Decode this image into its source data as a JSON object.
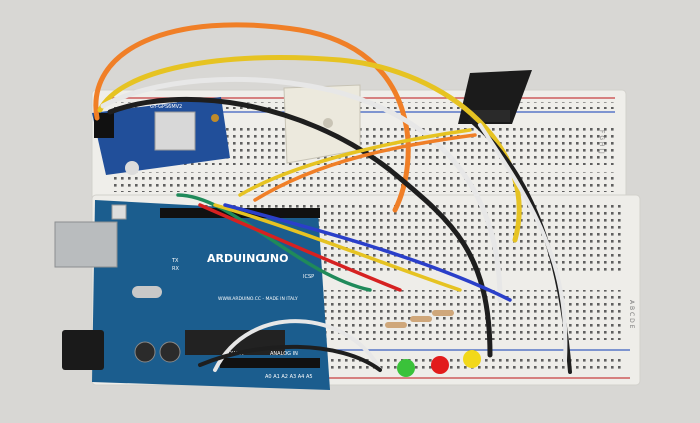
{
  "gps_module": {
    "label": "GY-GPS6MV2"
  },
  "arduino": {
    "brand": "ARDUINO",
    "model": "UNO",
    "website": "WWW.ARDUINO.CC - MADE IN ITALY",
    "label_tx": "TX",
    "label_rx": "RX",
    "label_icsp": "ICSP",
    "label_power": "POWER",
    "label_analog_in": "ANALOG IN",
    "analog_pins": "A0 A1 A2 A3 A4 A5"
  },
  "breadboard": {
    "row_letters_top": "F G H I J",
    "row_letters_bottom": "A B C D E"
  },
  "leds": [
    {
      "name": "green-led",
      "color": "#3ac23a"
    },
    {
      "name": "red-led",
      "color": "#e21b1b"
    },
    {
      "name": "yellow-led",
      "color": "#f2d81a"
    }
  ],
  "colors": {
    "breadboard": "#efeeea",
    "arduino_board": "#1b5d8e",
    "gps_board": "#214f9a",
    "wire_orange": "#f07f27",
    "wire_yellow": "#e6c322",
    "wire_black": "#1e1e1e",
    "wire_white": "#e7e7e7",
    "wire_blue": "#2a3fc9",
    "wire_red": "#d62121",
    "wire_green": "#1f8a5a"
  }
}
